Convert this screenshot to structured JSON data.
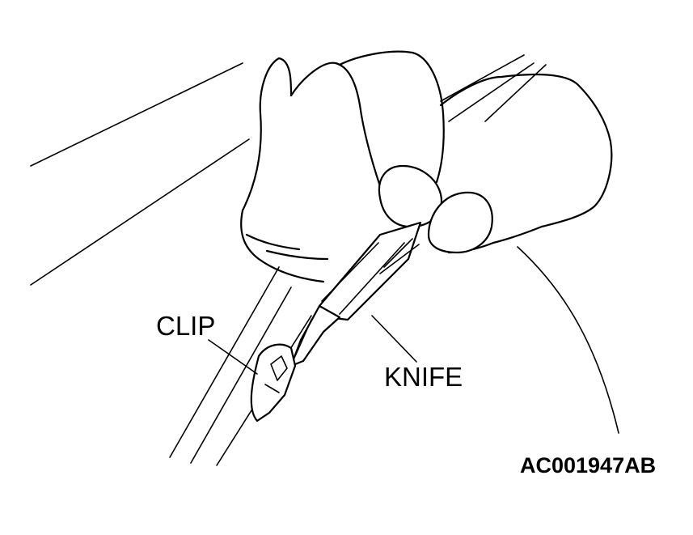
{
  "labels": {
    "clip": "CLIP",
    "knife": "KNIFE",
    "figure_code": "AC001947AB"
  },
  "colors": {
    "line": "#000000",
    "background": "#ffffff"
  }
}
